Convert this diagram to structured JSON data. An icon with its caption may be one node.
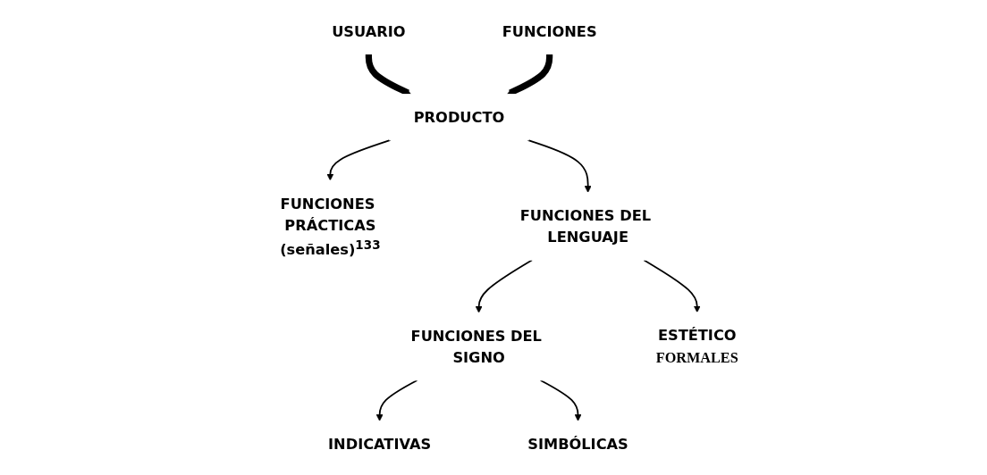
{
  "diagram": {
    "nodes": [
      {
        "text": [
          "USUARIO"
        ]
      },
      {
        "text": [
          "FUNCIONES"
        ]
      },
      {
        "text": [
          "PRODUCTO"
        ]
      },
      {
        "text": [
          "FUNCIONES PRÁCTICAS",
          "(señales)$^{133}$"
        ]
      },
      {
        "text": [
          "FUNCIONES DEL LENGUAJE"
        ]
      },
      {
        "text": [
          "FUNCIONES DEL SIGNO"
        ]
      },
      {
        "text": [
          "ESTÉTICO",
          "FORMALES"
        ]
      },
      {
        "text": [
          "INDICATIVAS"
        ]
      },
      {
        "text": [
          "SIMBÓLICAS"
        ]
      }
    ],
    "edges": [
      {
        "from": 0,
        "to": 2,
        "arrow": "to",
        "style": "thick"
      },
      {
        "from": 1,
        "to": 2,
        "arrow": "to",
        "style": "thick"
      },
      {
        "from": 2,
        "to": 3,
        "arrow": "to"
      },
      {
        "from": 2,
        "to": 4,
        "arrow": "to"
      },
      {
        "from": 4,
        "to": 5,
        "arrow": "to"
      },
      {
        "from": 4,
        "to": 6,
        "arrow": "to"
      },
      {
        "from": 5,
        "to": 7,
        "arrow": "to"
      },
      {
        "from": 5,
        "to": 8,
        "arrow": "to"
      }
    ]
  }
}
